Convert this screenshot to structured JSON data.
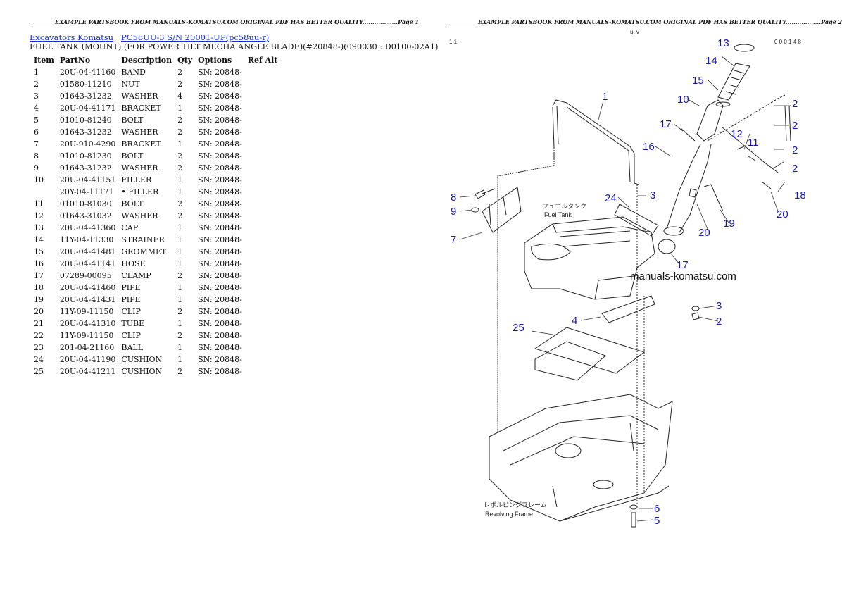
{
  "page1": {
    "header": "EXAMPLE PARTSBOOK FROM MANUALS-KOMATSU.COM ORIGINAL PDF HAS BETTER QUALITY..................Page 1",
    "breadcrumb": {
      "link1": "Excavators Komatsu",
      "link2": "PC58UU-3 S/N 20001-UP(pc58uu-r)"
    },
    "title": "FUEL TANK (MOUNT) (FOR POWER TILT MECHA ANGLE BLADE)(#20848-)(090030 : D0100-02A1)",
    "columns": [
      "Item",
      "PartNo",
      "Description",
      "Qty",
      "Options",
      "Ref Alt"
    ],
    "rows": [
      {
        "item": "1",
        "partno": "20U-04-41160",
        "desc": "BAND",
        "qty": "2",
        "opt": "SN: 20848-"
      },
      {
        "item": "2",
        "partno": "01580-11210",
        "desc": "NUT",
        "qty": "2",
        "opt": "SN: 20848-"
      },
      {
        "item": "3",
        "partno": "01643-31232",
        "desc": "WASHER",
        "qty": "4",
        "opt": "SN: 20848-"
      },
      {
        "item": "4",
        "partno": "20U-04-41171",
        "desc": "BRACKET",
        "qty": "1",
        "opt": "SN: 20848-"
      },
      {
        "item": "5",
        "partno": "01010-81240",
        "desc": "BOLT",
        "qty": "2",
        "opt": "SN: 20848-"
      },
      {
        "item": "6",
        "partno": "01643-31232",
        "desc": "WASHER",
        "qty": "2",
        "opt": "SN: 20848-"
      },
      {
        "item": "7",
        "partno": "20U-910-4290",
        "desc": "BRACKET",
        "qty": "1",
        "opt": "SN: 20848-"
      },
      {
        "item": "8",
        "partno": "01010-81230",
        "desc": "BOLT",
        "qty": "2",
        "opt": "SN: 20848-"
      },
      {
        "item": "9",
        "partno": "01643-31232",
        "desc": "WASHER",
        "qty": "2",
        "opt": "SN: 20848-"
      },
      {
        "item": "10",
        "partno": "20U-04-41151",
        "desc": "FILLER",
        "qty": "1",
        "opt": "SN: 20848-"
      },
      {
        "item": "",
        "partno": "20Y-04-11171",
        "desc": "• FILLER",
        "qty": "1",
        "opt": "SN: 20848-"
      },
      {
        "item": "11",
        "partno": "01010-81030",
        "desc": "BOLT",
        "qty": "2",
        "opt": "SN: 20848-"
      },
      {
        "item": "12",
        "partno": "01643-31032",
        "desc": "WASHER",
        "qty": "2",
        "opt": "SN: 20848-"
      },
      {
        "item": "13",
        "partno": "20U-04-41360",
        "desc": "CAP",
        "qty": "1",
        "opt": "SN: 20848-"
      },
      {
        "item": "14",
        "partno": "11Y-04-11330",
        "desc": "STRAINER",
        "qty": "1",
        "opt": "SN: 20848-"
      },
      {
        "item": "15",
        "partno": "20U-04-41481",
        "desc": "GROMMET",
        "qty": "1",
        "opt": "SN: 20848-"
      },
      {
        "item": "16",
        "partno": "20U-04-41141",
        "desc": "HOSE",
        "qty": "1",
        "opt": "SN: 20848-"
      },
      {
        "item": "17",
        "partno": "07289-00095",
        "desc": "CLAMP",
        "qty": "2",
        "opt": "SN: 20848-"
      },
      {
        "item": "18",
        "partno": "20U-04-41460",
        "desc": "PIPE",
        "qty": "1",
        "opt": "SN: 20848-"
      },
      {
        "item": "19",
        "partno": "20U-04-41431",
        "desc": "PIPE",
        "qty": "1",
        "opt": "SN: 20848-"
      },
      {
        "item": "20",
        "partno": "11Y-09-11150",
        "desc": "CLIP",
        "qty": "2",
        "opt": "SN: 20848-"
      },
      {
        "item": "21",
        "partno": "20U-04-41310",
        "desc": "TUBE",
        "qty": "1",
        "opt": "SN: 20848-"
      },
      {
        "item": "22",
        "partno": "11Y-09-11150",
        "desc": "CLIP",
        "qty": "2",
        "opt": "SN: 20848-"
      },
      {
        "item": "23",
        "partno": "201-04-21160",
        "desc": "BALL",
        "qty": "1",
        "opt": "SN: 20848-"
      },
      {
        "item": "24",
        "partno": "20U-04-41190",
        "desc": "CUSHION",
        "qty": "1",
        "opt": "SN: 20848-"
      },
      {
        "item": "25",
        "partno": "20U-04-41211",
        "desc": "CUSHION",
        "qty": "2",
        "opt": "SN: 20848-"
      }
    ]
  },
  "page2": {
    "header": "EXAMPLE PARTSBOOK FROM MANUALS-KOMATSU.COM ORIGINAL PDF HAS BETTER QUALITY..................Page 2",
    "corner_left": "1 1",
    "corner_right": "0 0 0 1 4 8",
    "top_mark": "u, v",
    "watermark": "manuals-komatsu.com",
    "label_fuel_tank_jp": "フュエルタンク",
    "label_fuel_tank": "Fuel Tank",
    "label_frame_jp": "レボルビングフレーム",
    "label_frame": "Revolving Frame",
    "callouts": [
      "1",
      "2",
      "2",
      "2",
      "2",
      "2",
      "3",
      "3",
      "4",
      "5",
      "6",
      "7",
      "8",
      "9",
      "10",
      "11",
      "12",
      "13",
      "14",
      "15",
      "16",
      "17",
      "17",
      "18",
      "19",
      "20",
      "20",
      "24",
      "25"
    ]
  },
  "colors": {
    "callout": "#1a1aa8",
    "link": "#1a2ecc",
    "ink": "#111111"
  }
}
